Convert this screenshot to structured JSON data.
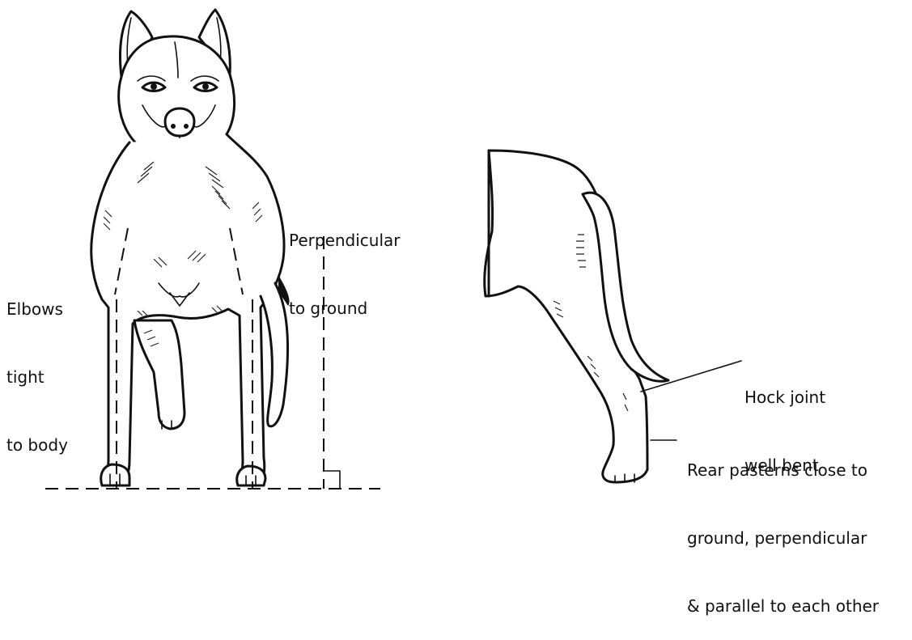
{
  "labels": {
    "elbows": [
      "Elbows",
      "tight",
      "to body"
    ],
    "perpendicular": [
      "Perpendicular",
      "to ground"
    ],
    "hock": [
      "Hock joint",
      "well bent"
    ],
    "rear_pasterns": [
      "Rear pasterns close to",
      "ground, perpendicular",
      "& parallel to each other"
    ]
  },
  "colors": {
    "ink": "#111111",
    "background": "#ffffff"
  }
}
